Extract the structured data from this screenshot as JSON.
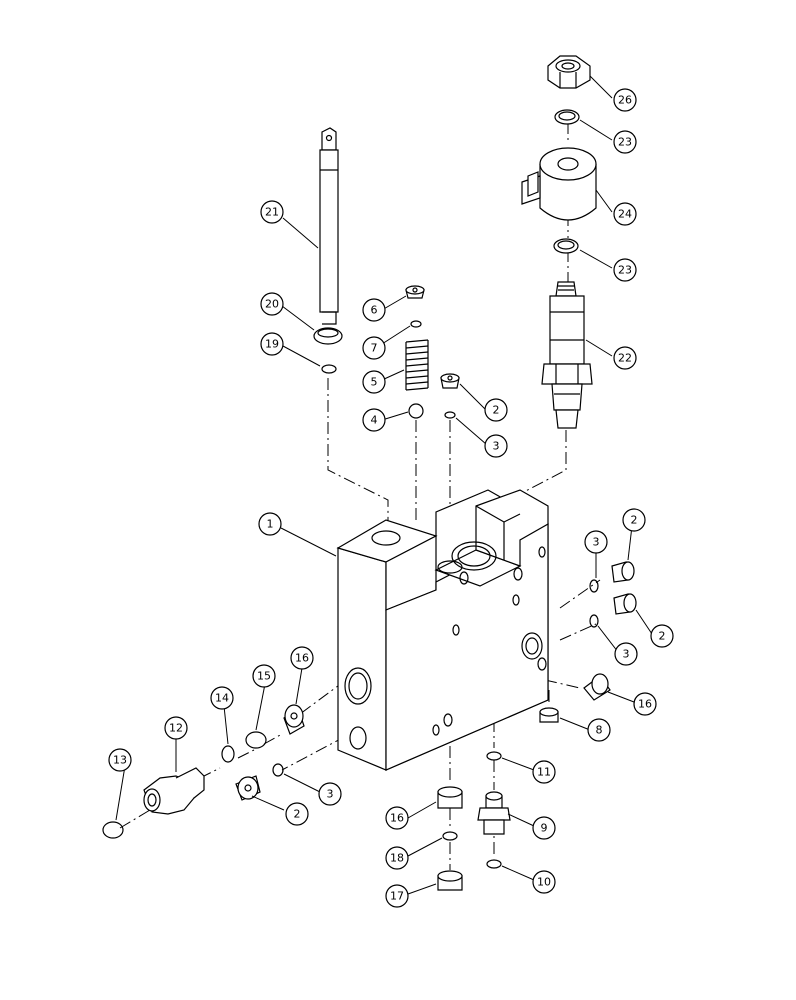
{
  "diagram": {
    "callouts": [
      {
        "id": "c1",
        "label": "1"
      },
      {
        "id": "c2a",
        "label": "2"
      },
      {
        "id": "c2b",
        "label": "2"
      },
      {
        "id": "c2c",
        "label": "2"
      },
      {
        "id": "c2d",
        "label": "2"
      },
      {
        "id": "c3a",
        "label": "3"
      },
      {
        "id": "c3b",
        "label": "3"
      },
      {
        "id": "c3c",
        "label": "3"
      },
      {
        "id": "c3d",
        "label": "3"
      },
      {
        "id": "c4",
        "label": "4"
      },
      {
        "id": "c5",
        "label": "5"
      },
      {
        "id": "c6",
        "label": "6"
      },
      {
        "id": "c7",
        "label": "7"
      },
      {
        "id": "c8",
        "label": "8"
      },
      {
        "id": "c9",
        "label": "9"
      },
      {
        "id": "c10",
        "label": "10"
      },
      {
        "id": "c11",
        "label": "11"
      },
      {
        "id": "c12",
        "label": "12"
      },
      {
        "id": "c13",
        "label": "13"
      },
      {
        "id": "c14",
        "label": "14"
      },
      {
        "id": "c15",
        "label": "15"
      },
      {
        "id": "c16a",
        "label": "16"
      },
      {
        "id": "c16b",
        "label": "16"
      },
      {
        "id": "c16c",
        "label": "16"
      },
      {
        "id": "c17",
        "label": "17"
      },
      {
        "id": "c18",
        "label": "18"
      },
      {
        "id": "c19",
        "label": "19"
      },
      {
        "id": "c20",
        "label": "20"
      },
      {
        "id": "c21",
        "label": "21"
      },
      {
        "id": "c22",
        "label": "22"
      },
      {
        "id": "c23a",
        "label": "23"
      },
      {
        "id": "c23b",
        "label": "23"
      },
      {
        "id": "c24",
        "label": "24"
      },
      {
        "id": "c26",
        "label": "26"
      }
    ]
  }
}
